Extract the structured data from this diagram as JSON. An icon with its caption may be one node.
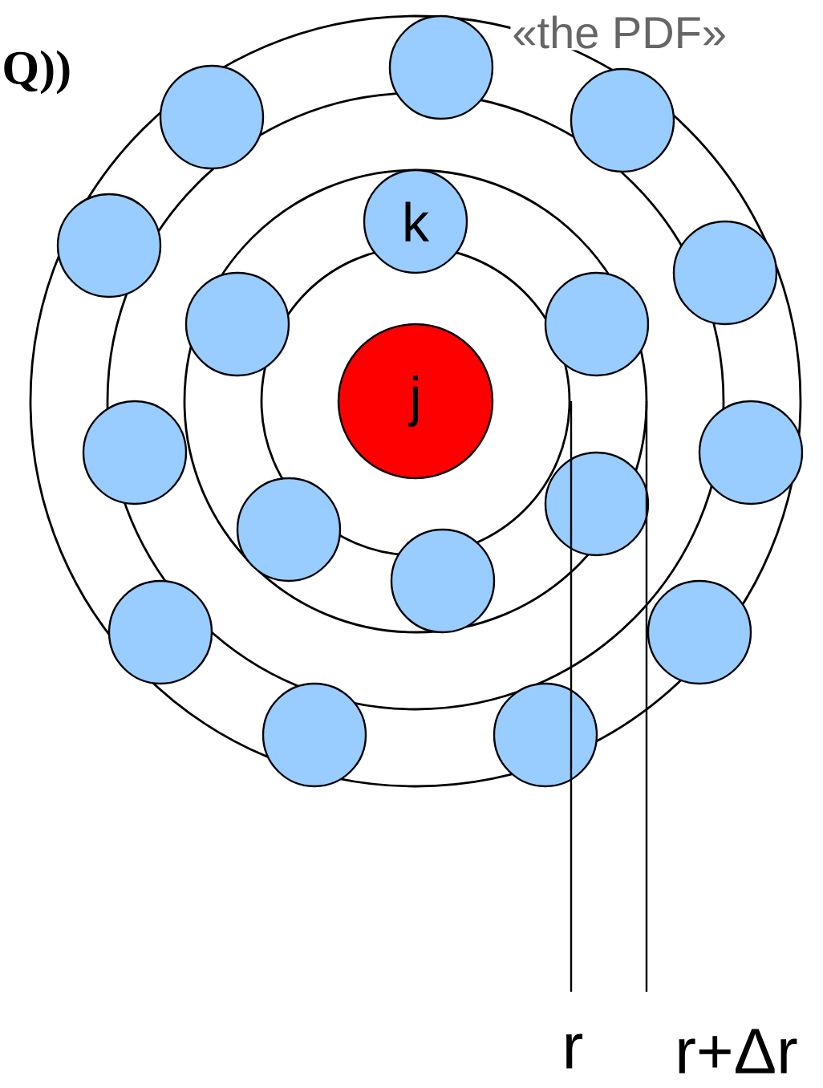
{
  "diagram": {
    "nodes": [
      {
        "text": [],
        "shape": "circle"
      },
      {
        "text": [],
        "shape": "circle"
      },
      {
        "text": [],
        "shape": "circle"
      },
      {
        "text": [
          "k"
        ]
      },
      {
        "text": [],
        "shape": "circle"
      },
      {
        "text": [],
        "shape": "circle"
      },
      {
        "text": [],
        "shape": "circle"
      },
      {
        "text": [],
        "shape": "circle"
      },
      {
        "text": [
          "j"
        ]
      },
      {
        "text": [],
        "shape": "circle"
      },
      {
        "text": [],
        "shape": "circle"
      },
      {
        "text": [],
        "shape": "circle"
      },
      {
        "text": [],
        "shape": "circle"
      },
      {
        "text": [],
        "shape": "circle"
      },
      {
        "text": [],
        "shape": "circle"
      },
      {
        "text": [],
        "shape": "circle"
      },
      {
        "text": [],
        "shape": "circle"
      },
      {
        "text": [],
        "shape": "circle"
      }
    ],
    "labels": [
      "Q))",
      "«the PDF»",
      "r",
      "r+Δr"
    ]
  }
}
